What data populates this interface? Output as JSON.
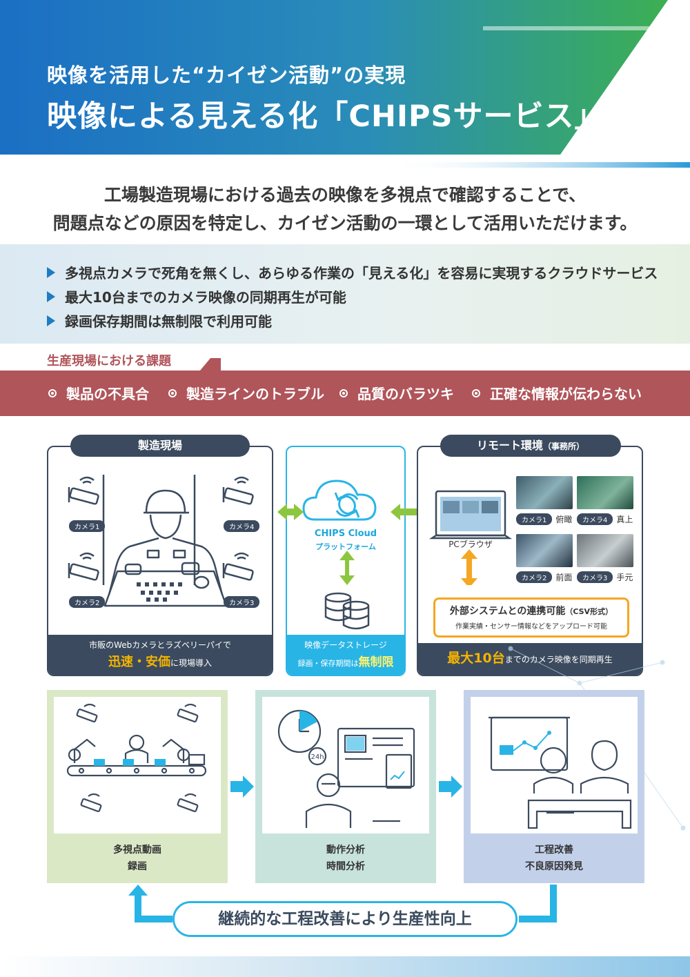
{
  "header": {
    "subtitle": "映像を活用した“カイゼン活動”の実現",
    "title": "映像による見える化「CHIPSサービス」"
  },
  "lead": {
    "line1": "工場製造現場における過去の映像を多視点で確認することで、",
    "line2": "問題点などの原因を特定し、カイゼン活動の一環として活用いただけます。"
  },
  "features": [
    "多視点カメラで死角を無くし、あらゆる作業の「見える化」を容易に実現するクラウドサービス",
    "最大10台までのカメラ映像の同期再生が可能",
    "録画保存期間は無制限で利用可能"
  ],
  "issues": {
    "title": "生産現場における課題",
    "items": [
      "製品の不具合",
      "製造ラインのトラブル",
      "品質のバラツキ",
      "正確な情報が伝わらない"
    ]
  },
  "site": {
    "title": "製造現場",
    "cameras": [
      "カメラ1",
      "カメラ4",
      "カメラ2",
      "カメラ3"
    ],
    "foot_line1": "市販のWebカメラとラズベリーパイで",
    "foot_em": "迅速・安価",
    "foot_rest": "に現場導入"
  },
  "cloud": {
    "name": "CHIPS Cloud",
    "sub": "プラットフォーム",
    "storage": "映像データストレージ",
    "retention": "録画・保存期間は",
    "unlimited": "無制限"
  },
  "remote": {
    "title": "リモート環境",
    "title_note": "（事務所）",
    "browser": "PCブラウザ",
    "views": [
      {
        "camera": "カメラ1",
        "view": "俯瞰"
      },
      {
        "camera": "カメラ4",
        "view": "真上"
      },
      {
        "camera": "カメラ2",
        "view": "前面"
      },
      {
        "camera": "カメラ3",
        "view": "手元"
      }
    ],
    "link_title": "外部システムとの連携可能",
    "link_format": "（CSV形式）",
    "link_desc": "作業実績・センサー情報などをアップロード可能",
    "foot_em": "最大10台",
    "foot_rest": "までのカメラ映像を同期再生"
  },
  "process": [
    {
      "line1": "多視点動画",
      "line2": "録画"
    },
    {
      "line1": "動作分析",
      "line2": "時間分析"
    },
    {
      "line1": "工程改善",
      "line2": "不良原因発見"
    }
  ],
  "loop_label": "継続的な工程改善により生産性向上",
  "icon_24h": "24h",
  "colors": {
    "header_blue": "#1f78c8",
    "header_green": "#3aa55a",
    "issue_red": "#b0555a",
    "navy": "#3b4a5e",
    "cyan": "#29b4e6",
    "link_green": "#8cc63f",
    "orange": "#f5a623",
    "step1_bg": "#dbe8c6",
    "step2_bg": "#c7e3db",
    "step3_bg": "#c3d0ea"
  }
}
